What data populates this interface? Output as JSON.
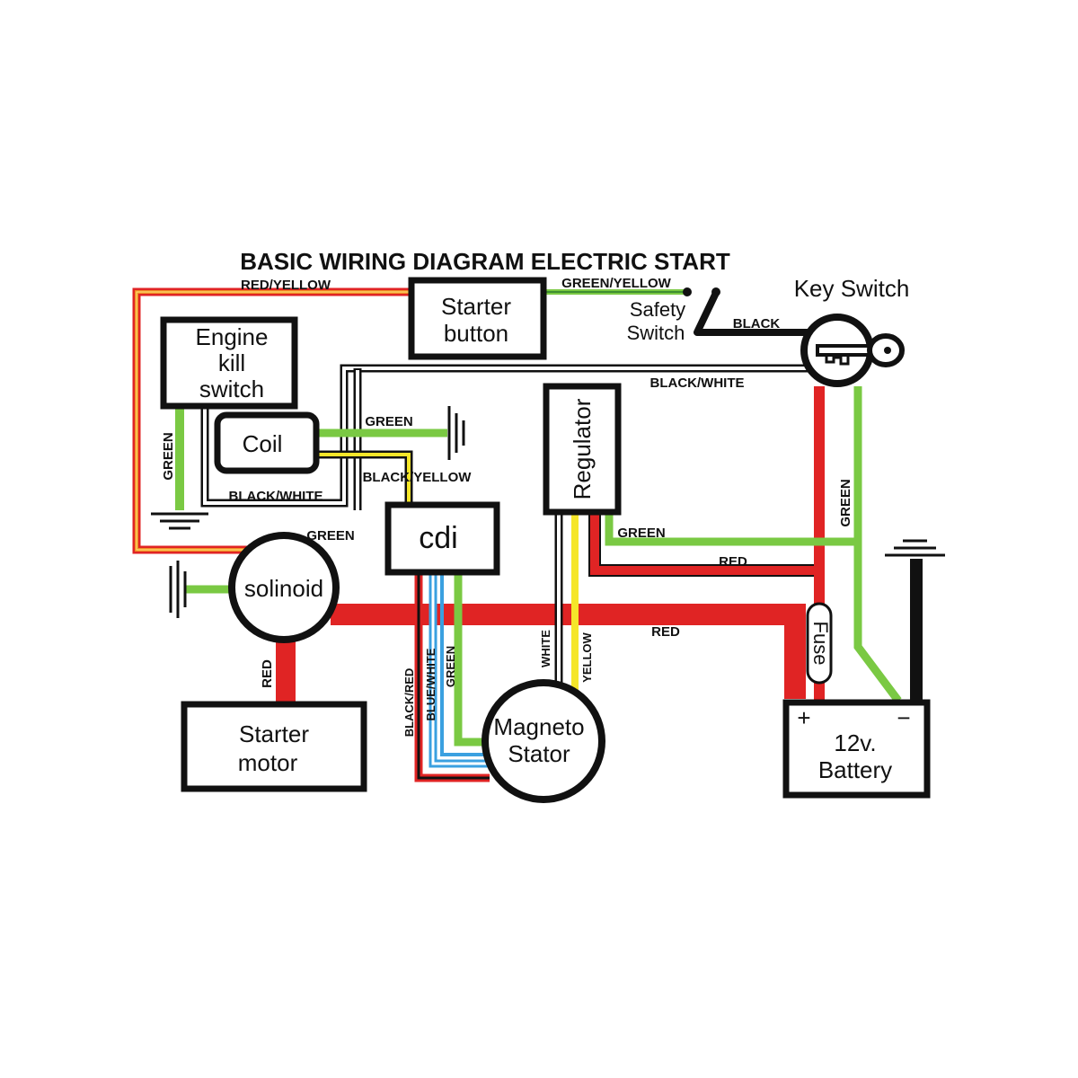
{
  "diagram": {
    "title": "BASIC WIRING DIAGRAM ELECTRIC START",
    "components": {
      "starter_button": [
        "Starter",
        "button"
      ],
      "engine_kill_switch": [
        "Engine",
        "kill",
        "switch"
      ],
      "coil": "Coil",
      "cdi": "cdi",
      "regulator": "Regulator",
      "solenoid": "solinoid",
      "starter_motor": [
        "Starter",
        "motor"
      ],
      "magneto_stator": [
        "Magneto",
        "Stator"
      ],
      "battery": [
        "12v.",
        "Battery"
      ],
      "battery_plus": "+",
      "battery_minus": "−",
      "fuse": "Fuse",
      "safety_switch": [
        "Safety",
        "Switch"
      ],
      "key_switch": "Key Switch"
    },
    "wire_labels": {
      "red_yellow": "RED/YELLOW",
      "green_yellow": "GREEN/YELLOW",
      "black": "BLACK",
      "black_white_top": "BLACK/WHITE",
      "green_coil": "GREEN",
      "black_yellow": "BLACK/YELLOW",
      "green_kill": "GREEN",
      "black_white_bottom": "BLACK/WHITE",
      "green_solenoid": "GREEN",
      "green_regulator": "GREEN",
      "red_regulator": "RED",
      "red_main": "RED",
      "green_key": "GREEN",
      "red_starter": "RED",
      "black_red": "BLACK/RED",
      "blue_white": "BLUE/WHITE",
      "green_stator": "GREEN",
      "white": "WHITE",
      "yellow": "YELLOW"
    },
    "colors": {
      "red": "#e02424",
      "green": "#7ac943",
      "yellow": "#f5e62a",
      "blue": "#3aa0e0",
      "orange": "#f08a24",
      "black": "#111111"
    }
  }
}
